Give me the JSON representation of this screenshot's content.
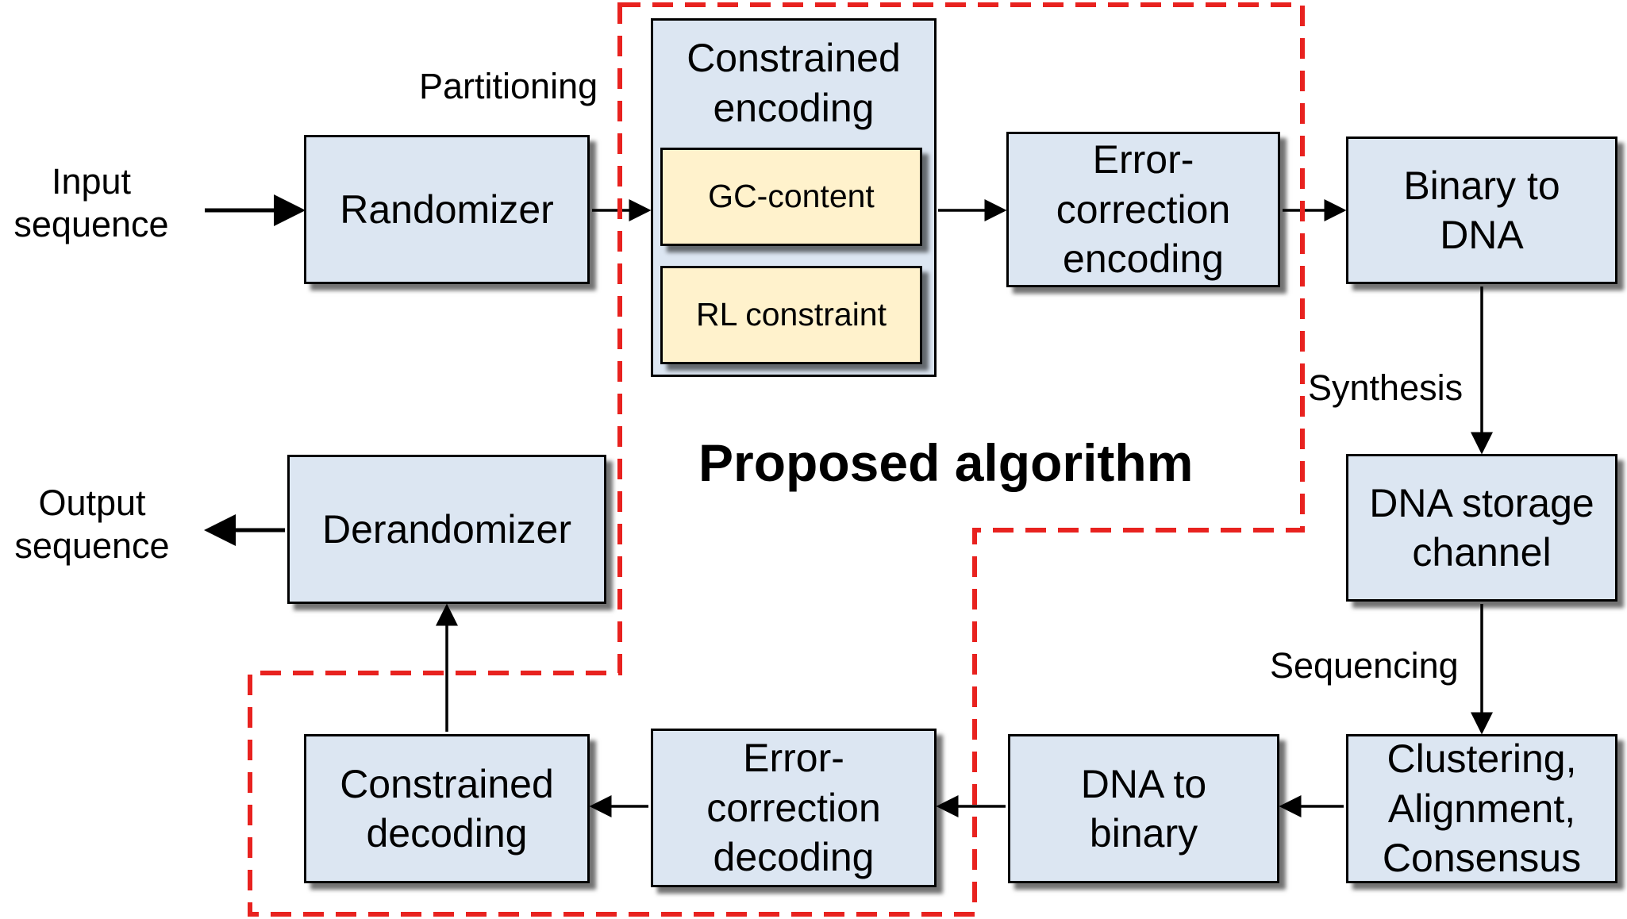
{
  "blocks": {
    "randomizer": "Randomizer",
    "constrained_encoding": "Constrained\nencoding",
    "gc_content": "GC-content",
    "rl_constraint": "RL constraint",
    "ecc_encoding": "Error-\ncorrection\nencoding",
    "binary_to_dna": "Binary to\nDNA",
    "dna_storage_channel": "DNA storage\nchannel",
    "clustering": "Clustering,\nAlignment,\nConsensus",
    "dna_to_binary": "DNA to\nbinary",
    "ecc_decoding": "Error-\ncorrection\ndecoding",
    "constrained_decoding": "Constrained\ndecoding",
    "derandomizer": "Derandomizer"
  },
  "labels": {
    "input": "Input\nsequence",
    "output": "Output\nsequence",
    "partitioning": "Partitioning",
    "synthesis": "Synthesis",
    "sequencing": "Sequencing",
    "proposed": "Proposed algorithm"
  },
  "colors": {
    "block_fill": "#dce6f2",
    "constraint_fill": "#fff2cc",
    "dashed_outline": "#e8221f"
  }
}
